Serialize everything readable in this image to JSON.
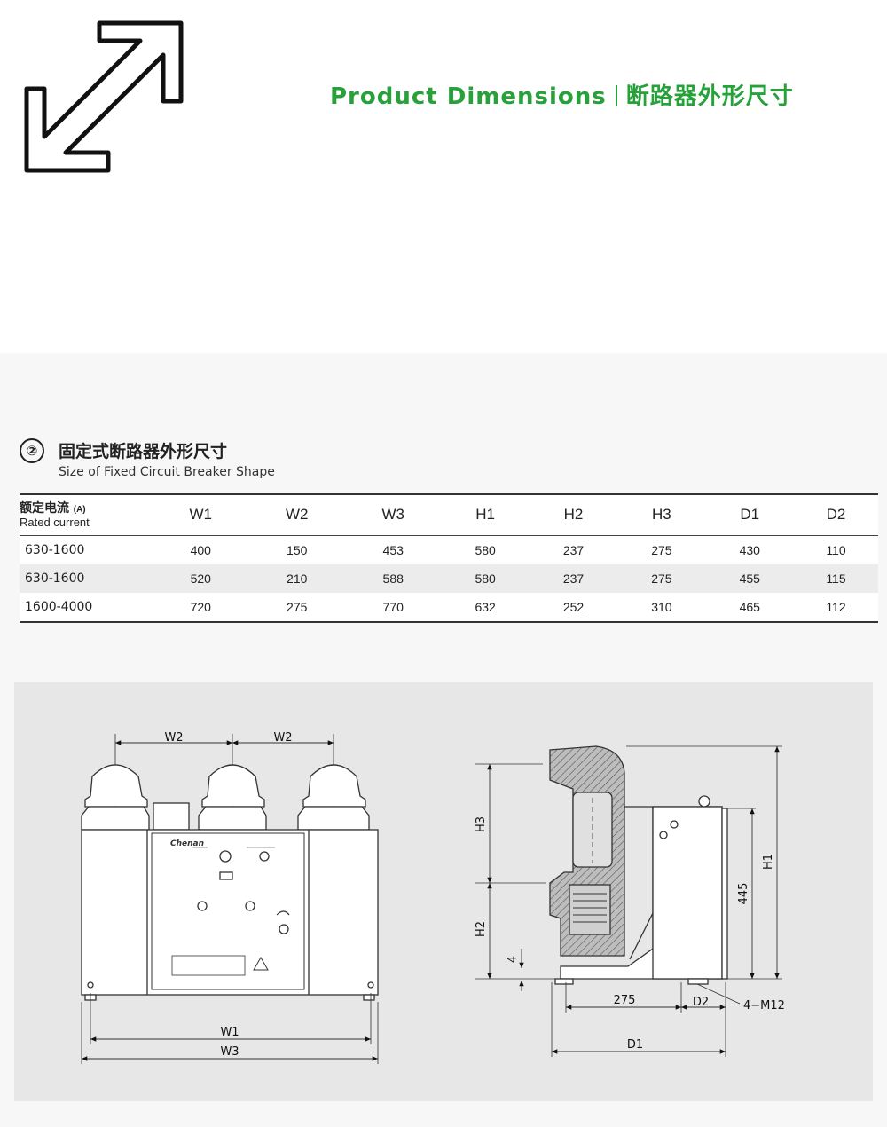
{
  "header": {
    "title_en": "Product Dimensions",
    "title_cn": "断路器外形尺寸",
    "accent_color": "#27a13a",
    "icon": "resize-diagonal-arrows-icon"
  },
  "section": {
    "number": "②",
    "title": "固定式断路器外形尺寸",
    "subtitle": "Size of Fixed Circuit Breaker Shape"
  },
  "table": {
    "first_col_cn": "额定电流",
    "first_col_unit": "(A)",
    "first_col_en": "Rated current",
    "columns": [
      "W1",
      "W2",
      "W3",
      "H1",
      "H2",
      "H3",
      "D1",
      "D2"
    ],
    "rows": [
      {
        "current": "630-1600",
        "values": [
          "400",
          "150",
          "453",
          "580",
          "237",
          "275",
          "430",
          "110"
        ]
      },
      {
        "current": "630-1600",
        "values": [
          "520",
          "210",
          "588",
          "580",
          "237",
          "275",
          "455",
          "115"
        ]
      },
      {
        "current": "1600-4000",
        "values": [
          "720",
          "275",
          "770",
          "632",
          "252",
          "310",
          "465",
          "112"
        ]
      }
    ]
  },
  "drawing": {
    "front_labels": {
      "w2_left": "W2",
      "w2_right": "W2",
      "w1": "W1",
      "w3": "W3"
    },
    "brand": "Chenan",
    "side_labels": {
      "h3": "H3",
      "h2": "H2",
      "h1": "H1",
      "four": "4",
      "d445": "445",
      "d275": "275",
      "d2": "D2",
      "bolt": "4−M12",
      "d1": "D1"
    }
  }
}
